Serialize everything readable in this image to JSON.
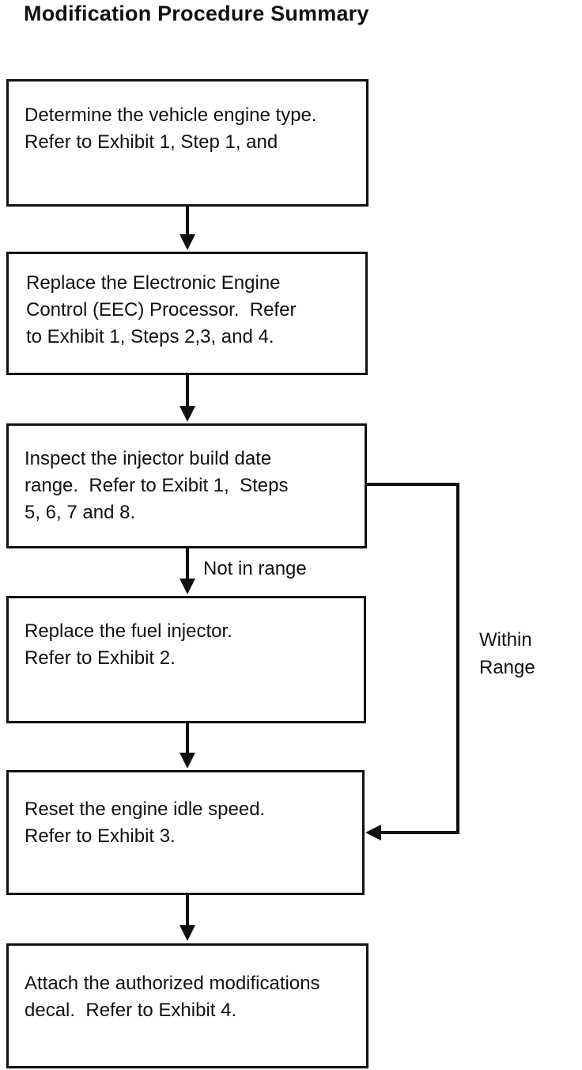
{
  "title": "Modification Procedure Summary",
  "flowchart": {
    "boxes": [
      {
        "id": "determine-engine-type",
        "text": "Determine the vehicle engine type.\nRefer to Exhibit 1, Step 1, and"
      },
      {
        "id": "replace-eec-processor",
        "text": "Replace the Electronic Engine\nControl (EEC) Processor.  Refer\nto Exhibit 1, Steps 2,3, and 4."
      },
      {
        "id": "inspect-injector-date",
        "text": "Inspect the injector build date\nrange.  Refer to Exibit 1,  Steps\n5, 6, 7 and 8."
      },
      {
        "id": "replace-fuel-injector",
        "text": "Replace the fuel injector.\nRefer to Exhibit 2."
      },
      {
        "id": "reset-idle-speed",
        "text": "Reset the engine idle speed.\nRefer to Exhibit 3."
      },
      {
        "id": "attach-decal",
        "text": "Attach the authorized modifications\ndecal.  Refer to Exhibit 4."
      }
    ],
    "edge_labels": {
      "not_in_range": "Not in range",
      "within_range": "Within\nRange"
    }
  },
  "colors": {
    "ink": "#111111",
    "paper": "#ffffff"
  }
}
